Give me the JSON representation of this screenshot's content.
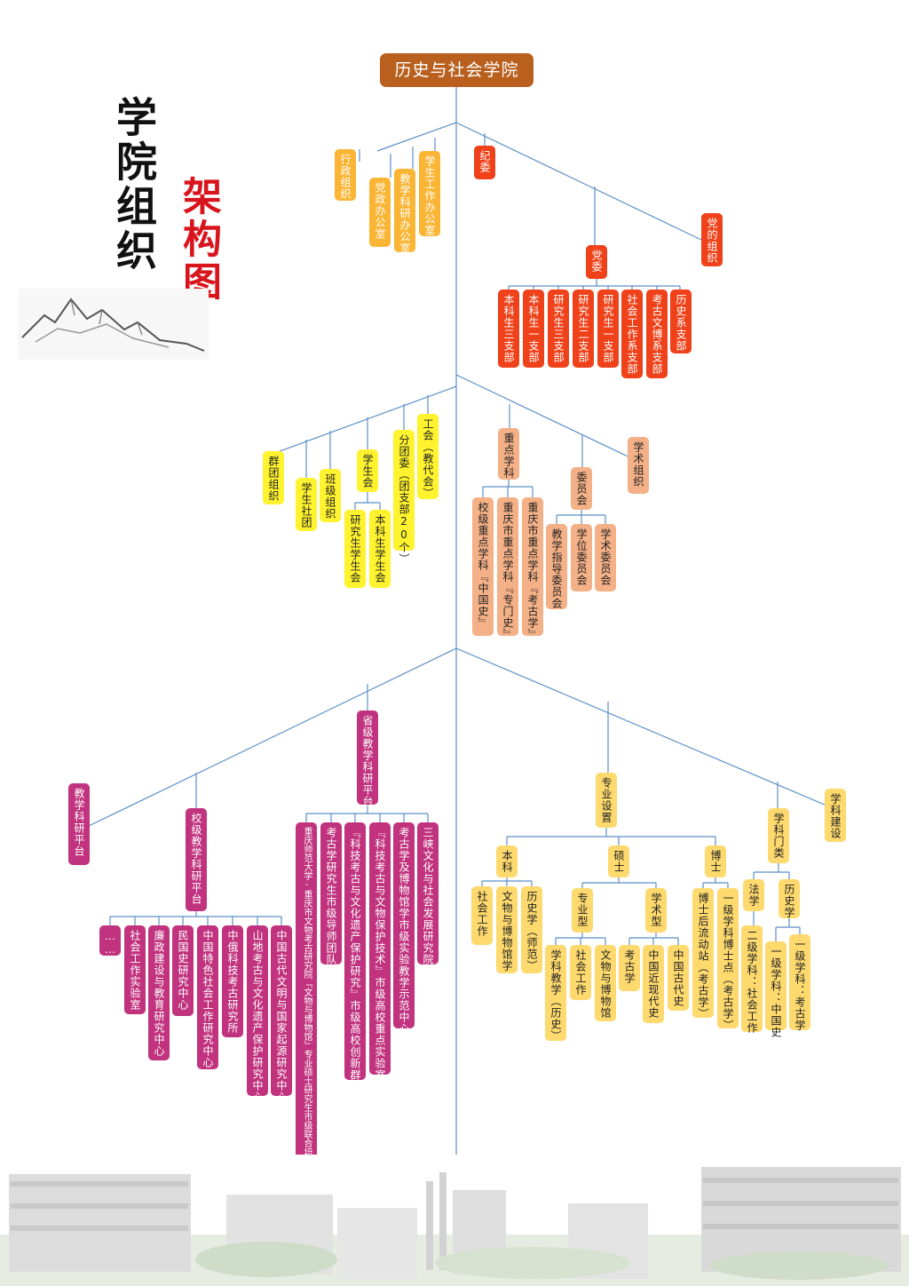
{
  "root": "历史与社会学院",
  "title": {
    "line1": "学院组织",
    "line2": "架构图"
  },
  "colors": {
    "root": "#b9601f",
    "admin": "#fbb534",
    "party": "#f0421a",
    "mass": "#fff22e",
    "academic": "#f4b086",
    "platform": "#c1337e",
    "discipline": "#fdd96e",
    "connector": "#5b8fc7"
  },
  "admin": {
    "group": "行政组织",
    "office1": "党政办公室",
    "office2": "教学科研办公室",
    "office3": "学生工作办公室"
  },
  "party": {
    "discipline_committee": "纪委",
    "organization": "党的组织",
    "committee": "党委",
    "branches": [
      "本科生三支部",
      "本科生一支部",
      "研究生三支部",
      "研究生二支部",
      "研究生一支部",
      "社会工作系支部",
      "考古文博系支部",
      "历史系支部"
    ]
  },
  "mass": {
    "group": "群团组织",
    "society": "学生社团",
    "class_org": "班级组织",
    "student_union": "学生会",
    "league": "分团委（团支部20个）",
    "union": "工会（教代会）",
    "grad_union": "研究生学生会",
    "ug_union": "本科生学生会"
  },
  "academic": {
    "key_disciplines": "重点学科",
    "key1": "校级重点学科『中国史』",
    "key2": "重庆市重点学科『专门史』",
    "key3": "重庆市重点学科『考古学』",
    "committees": "委员会",
    "com1": "教学指导委员会",
    "com2": "学位委员会",
    "com3": "学术委员会",
    "academic_org": "学术组织"
  },
  "platforms": {
    "teaching_platform": "教学科研平台",
    "school_platform": "校级教学科研平台",
    "provincial_platform": "省级教学科研平台",
    "school_items": [
      "……",
      "社会工作实验室",
      "廉政建设与教育研究中心",
      "民国史研究中心",
      "中国特色社会工作研究中心",
      "中俄科技考古研究所",
      "山地考古与文化遗产保护研究中心",
      "中国古代文明与国家起源研究中心"
    ],
    "provincial_items": [
      "重庆师范大学-重庆市文物考古研究院『文物与博物馆』专业硕士研究生市级联合培养基地",
      "考古学研究生市级导师团队",
      "『科技考古与文化遗产保护研究』市级高校创新群体",
      "『科技考古与文物保护技术』市级高校重点实验室",
      "考古学及博物馆学市级实验教学示范中心",
      "三峡文化与社会发展研究院"
    ]
  },
  "disciplines": {
    "major_setting": "专业设置",
    "undergrad": "本科",
    "master": "硕士",
    "doctor": "博士",
    "ug_items": [
      "社会工作",
      "文物与博物馆学",
      "历史学（师范）"
    ],
    "professional": "专业型",
    "academic_type": "学术型",
    "prof_items": [
      "学科教学（历史）",
      "社会工作",
      "文物与博物馆"
    ],
    "acad_items": [
      "考古学",
      "中国近现代史",
      "中国古代史"
    ],
    "doc_items": [
      "博士后流动站（考古学）",
      "一级学科博士点（考古学）"
    ],
    "categories": "学科门类",
    "law": "法学",
    "history": "历史学",
    "law_items": [
      "二级学科：社会工作"
    ],
    "history_items": [
      "一级学科：中国史",
      "一级学科：考古学"
    ],
    "construction": "学科建设"
  }
}
